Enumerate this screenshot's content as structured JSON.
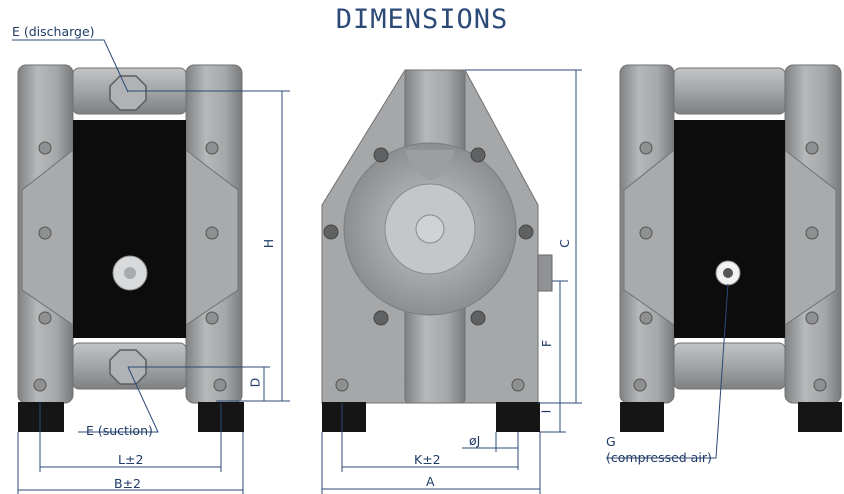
{
  "title": "DIMENSIONS",
  "labels": {
    "e_discharge": "E (discharge)",
    "e_suction": "E (suction)",
    "h": "H",
    "d": "D",
    "l": "L±2",
    "b": "B±2",
    "c": "C",
    "f": "F",
    "i": "I",
    "j": "øJ",
    "k": "K±2",
    "a": "A",
    "g_line1": "G",
    "g_line2": "(compressed air)"
  },
  "colors": {
    "dimension_line": "#2c4a78",
    "pump_body": "#9a9c9e",
    "pump_dark": "#0c0c0c",
    "feet": "#151515"
  }
}
